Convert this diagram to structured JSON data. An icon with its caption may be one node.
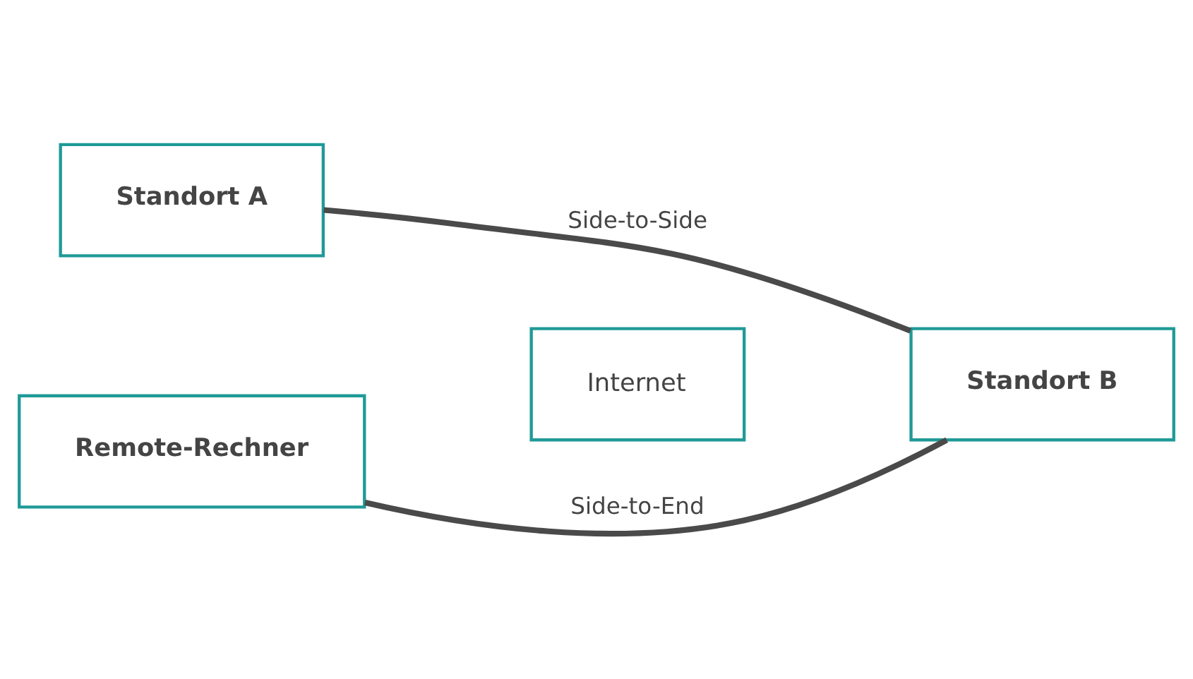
{
  "diagram": {
    "nodes": [
      {
        "text": [
          "Standort A"
        ]
      },
      {
        "text": [
          "Internet"
        ]
      },
      {
        "text": [
          "Standort B"
        ]
      },
      {
        "text": [
          "Remote-Rechner"
        ]
      }
    ],
    "edges": [
      {
        "from": 0,
        "to": 2,
        "arrow": "none",
        "label": "Side-to-Side"
      },
      {
        "from": 3,
        "to": 2,
        "arrow": "none",
        "label": "Side-to-End"
      }
    ]
  }
}
